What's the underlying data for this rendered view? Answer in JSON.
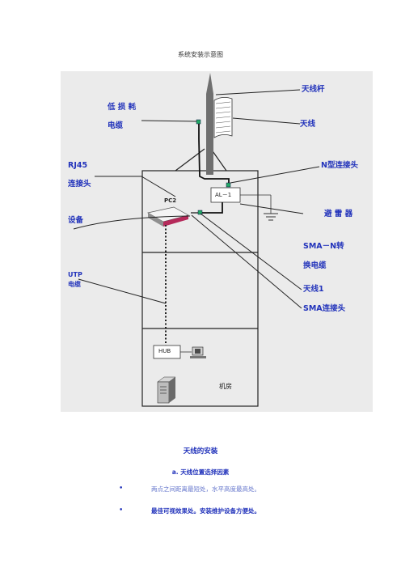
{
  "caption": "系统安装示意图",
  "diagram": {
    "labels": {
      "mast": "天线杆",
      "antenna": "天线",
      "low_loss_cable_1": "低 损 耗",
      "low_loss_cable_2": "电缆",
      "rj45_1": "RJ45",
      "rj45_2": "连接头",
      "n_connector": "N型连接头",
      "arrester": "避 雷 器",
      "device": "设备",
      "sma_n_1": "SMA－N转",
      "sma_n_2": "换电缆",
      "utp_1": "UTP",
      "utp_2": "电缆",
      "antenna1": "天线1",
      "sma_connector": "SMA连接头",
      "al": "AL－1",
      "pc": "PC2",
      "hub": "HUB",
      "server_room": "机房"
    }
  },
  "section_title": "天线的安装",
  "subsection": "a. 天线位置选择因素",
  "bullets": [
    "两点之间距离最短处，水平高度最高处。",
    "最佳可视效果处。安装维护设备方便处。"
  ]
}
